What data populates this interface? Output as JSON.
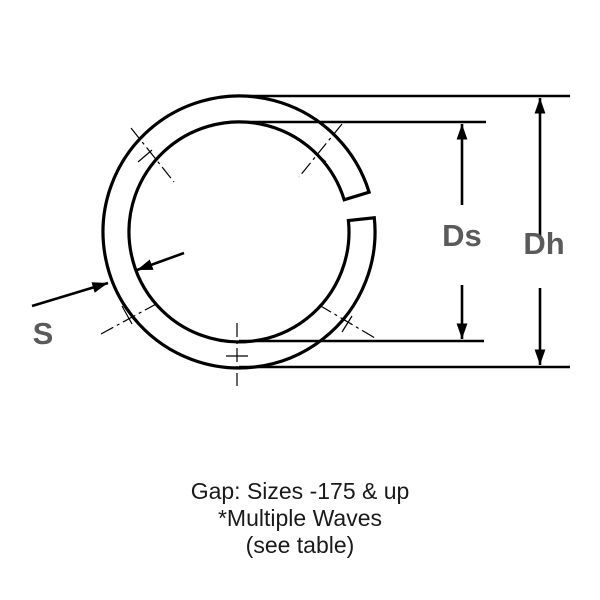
{
  "labels": {
    "ds": "Ds",
    "dh": "Dh",
    "s": "S"
  },
  "caption": [
    "Gap: Sizes -175 & up",
    "*Multiple Waves",
    "(see table)"
  ],
  "colors": {
    "line": "#000000",
    "label": "#5a5a5a",
    "caption": "#1a1a1a"
  }
}
